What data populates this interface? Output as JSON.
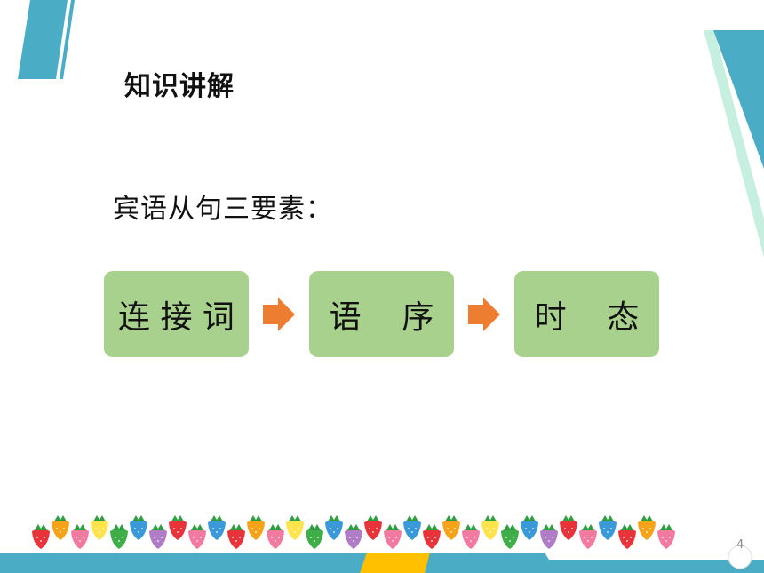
{
  "slide": {
    "title": "知识讲解",
    "subtitle": "宾语从句三要素：",
    "steps": [
      {
        "label": "连 接 词"
      },
      {
        "label": "语    序"
      },
      {
        "label": "时    态"
      }
    ],
    "page_number": "4"
  },
  "colors": {
    "accent_blue": "#4bacc6",
    "box_green": "#a9d18e",
    "arrow_orange": "#ed7d31",
    "bar_yellow": "#ffc000",
    "stripe_mint": "#c6efe0"
  },
  "decorations": {
    "footer_row": "strawberry-row-icon",
    "berry_colors": [
      "#e8333a",
      "#f6a31a",
      "#f27aa0",
      "#ffe34d",
      "#3fae49",
      "#3a9ad9",
      "#b07cc6",
      "#e8333a",
      "#f27aa0",
      "#3a9ad9"
    ]
  }
}
